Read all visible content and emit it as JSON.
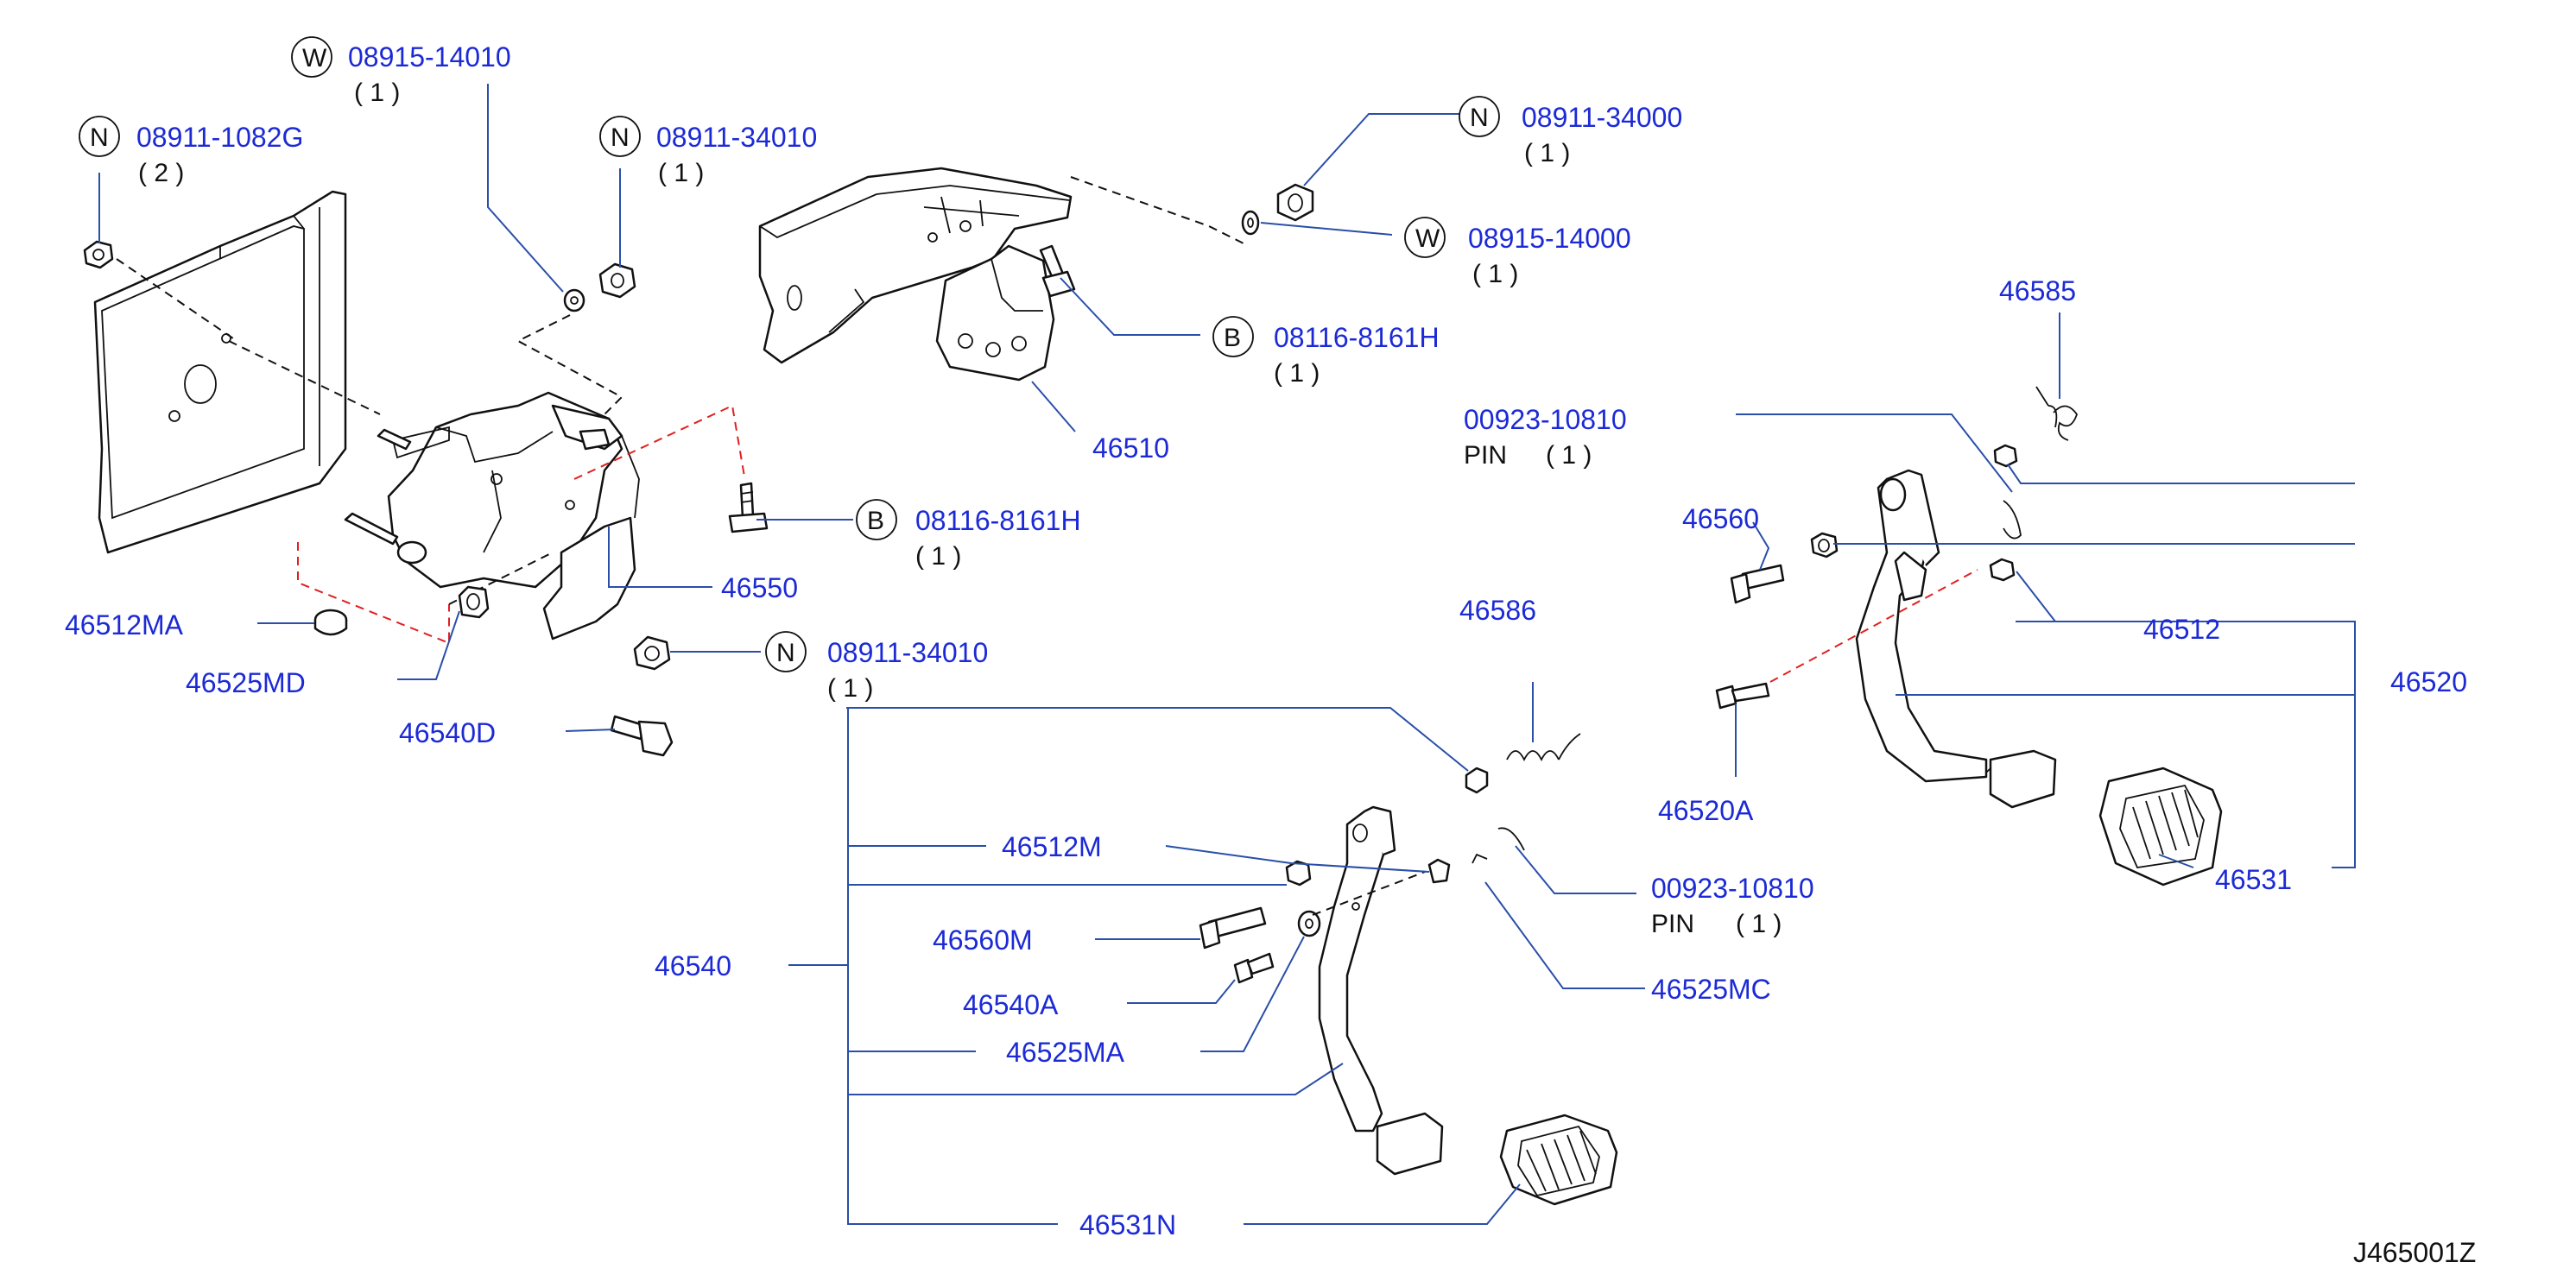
{
  "parts": {
    "w_08915_14010": {
      "prefix": "W",
      "number": "08915-14010",
      "qty": "( 1 )"
    },
    "n_08911_1082g": {
      "prefix": "N",
      "number": "08911-1082G",
      "qty": "( 2 )"
    },
    "n_08911_34010_top": {
      "prefix": "N",
      "number": "08911-34010",
      "qty": "( 1 )"
    },
    "n_08911_34000": {
      "prefix": "N",
      "number": "08911-34000",
      "qty": "( 1 )"
    },
    "w_08915_14000": {
      "prefix": "W",
      "number": "08915-14000",
      "qty": "( 1 )"
    },
    "b_08116_8161h_top": {
      "prefix": "B",
      "number": "08116-8161H",
      "qty": "( 1 )"
    },
    "b_08116_8161h_mid": {
      "prefix": "B",
      "number": "08116-8161H",
      "qty": "( 1 )"
    },
    "n_08911_34010_mid": {
      "prefix": "N",
      "number": "08911-34010",
      "qty": "( 1 )"
    },
    "p46510": "46510",
    "p46585": "46585",
    "pin_00923_10810_top": {
      "number": "00923-10810",
      "desc": "PIN",
      "qty": "( 1 )"
    },
    "p46560": "46560",
    "p46512": "46512",
    "p46520": "46520",
    "p46520A": "46520A",
    "p46531": "46531",
    "p46586": "46586",
    "p46550": "46550",
    "p46512MA": "46512MA",
    "p46525MD": "46525MD",
    "p46540D": "46540D",
    "p46512M": "46512M",
    "pin_00923_10810_bot": {
      "number": "00923-10810",
      "desc": "PIN",
      "qty": "( 1 )"
    },
    "p46560M": "46560M",
    "p46540": "46540",
    "p46540A": "46540A",
    "p46525MA": "46525MA",
    "p46525MC": "46525MC",
    "p46531N": "46531N"
  },
  "diagram_code": "J465001Z",
  "colors": {
    "label": "#1c2ad6",
    "leader": "#2a4fa8",
    "line": "#111111",
    "dash_red": "#e02020"
  }
}
